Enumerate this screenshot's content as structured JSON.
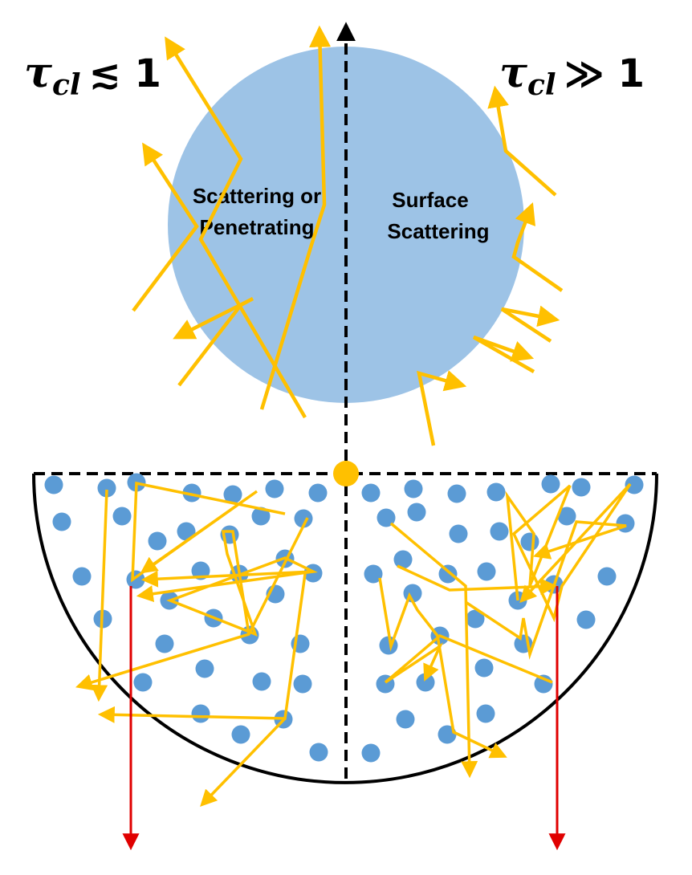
{
  "left_regime": {
    "symbol": "τ",
    "subscript": "cl",
    "relation": "≲ 1"
  },
  "right_regime": {
    "symbol": "τ",
    "subscript": "cl",
    "relation": "≫ 1"
  },
  "cloud_left_label": [
    "Scattering or",
    "Penetrating"
  ],
  "cloud_right_label": [
    "Surface",
    "Scattering"
  ],
  "colors": {
    "cloud": "#9dc3e6",
    "particle": "#5b9bd5",
    "photon_path": "#ffc000",
    "observer_ray": "#e00000",
    "boundary": "#000000",
    "source": "#ffc000"
  }
}
